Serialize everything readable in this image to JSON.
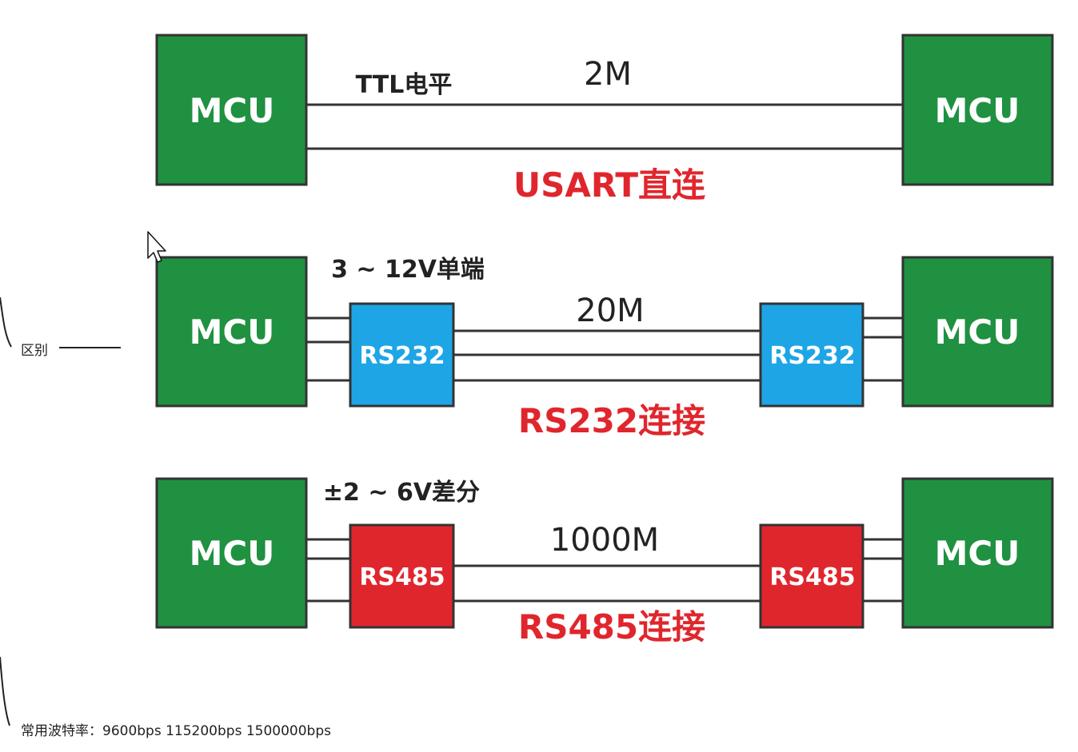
{
  "colors": {
    "mcu": "#1f9140",
    "rs232": "#1ea5e6",
    "rs485": "#e0262d",
    "caption": "#e0262d",
    "line": "#333333",
    "note_line": "#222222"
  },
  "rows": [
    {
      "left_box": "MCU",
      "right_box": "MCU",
      "level": "TTL电平",
      "speed": "2M",
      "caption": "USART直连"
    },
    {
      "left_box": "MCU",
      "right_box": "MCU",
      "transceiver": "RS232",
      "level": "3 ~ 12V单端",
      "speed": "20M",
      "caption": "RS232连接"
    },
    {
      "left_box": "MCU",
      "right_box": "MCU",
      "transceiver": "RS485",
      "level": "±2 ~ 6V差分",
      "speed": "1000M",
      "caption": "RS485连接"
    }
  ],
  "notes": {
    "difference": "区别",
    "baud_rates": "常用波特率：9600bps 115200bps 1500000bps"
  },
  "icons": {
    "cursor": "mouse-pointer-icon"
  }
}
